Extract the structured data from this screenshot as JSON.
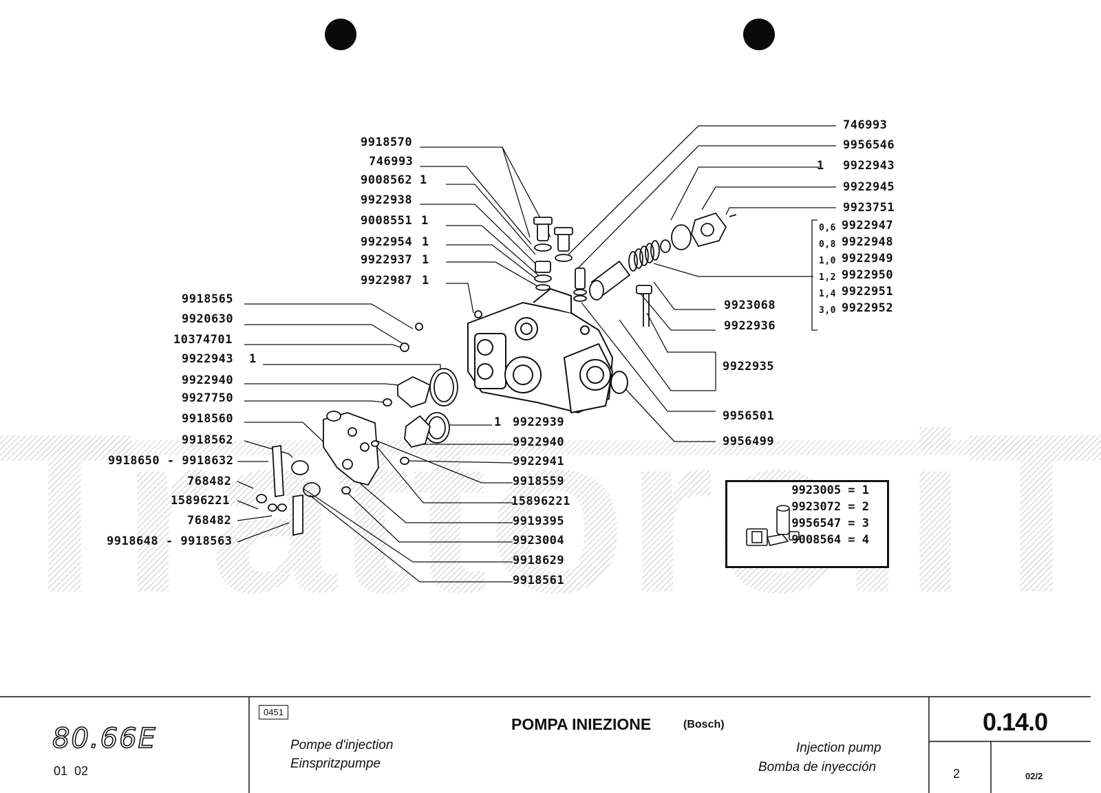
{
  "model": "80.66E",
  "model_sub": "01  02",
  "code_box": "0451",
  "title": "POMPA INIEZIONE",
  "title_sub": "(Bosch)",
  "title_fr": "Pompe d'injection",
  "title_de": "Einspritzpumpe",
  "title_en": "Injection pump",
  "title_es": "Bomba de inyección",
  "section": "0.14.0",
  "sheet": "2",
  "page_ref": "02/2",
  "watermark": "Trattore.iT",
  "left_labels": [
    "9918570",
    "746993",
    "9008562",
    "9922938",
    "9008551",
    "9922954",
    "9922937",
    "9922987",
    "9918565",
    "9920630",
    "10374701",
    "9922943",
    "9922940",
    "9927750",
    "9918560",
    "9918562",
    "9918650 - 9918632",
    "768482",
    "15896221",
    "768482",
    "9918648 - 9918563"
  ],
  "qty_marks": [
    "1",
    "1",
    "1",
    "1",
    "1",
    "1"
  ],
  "right_labels": [
    "746993",
    "9956546",
    "9922943",
    "9922945",
    "9923751",
    "9923068",
    "9922936",
    "9922935",
    "9956501",
    "9956499"
  ],
  "shims": [
    {
      "size": "0,6",
      "part": "9922947"
    },
    {
      "size": "0,8",
      "part": "9922948"
    },
    {
      "size": "1,0",
      "part": "9922949"
    },
    {
      "size": "1,2",
      "part": "9922950"
    },
    {
      "size": "1,4",
      "part": "9922951"
    },
    {
      "size": "3,0",
      "part": "9922952"
    }
  ],
  "lower_labels": [
    "9922939",
    "9922940",
    "9922941",
    "9918559",
    "15896221",
    "9919395",
    "9923004",
    "9918629",
    "9918561"
  ],
  "kit": [
    "9923005 = 1",
    "9923072 = 2",
    "9956547 = 3",
    "9008564 = 4"
  ]
}
